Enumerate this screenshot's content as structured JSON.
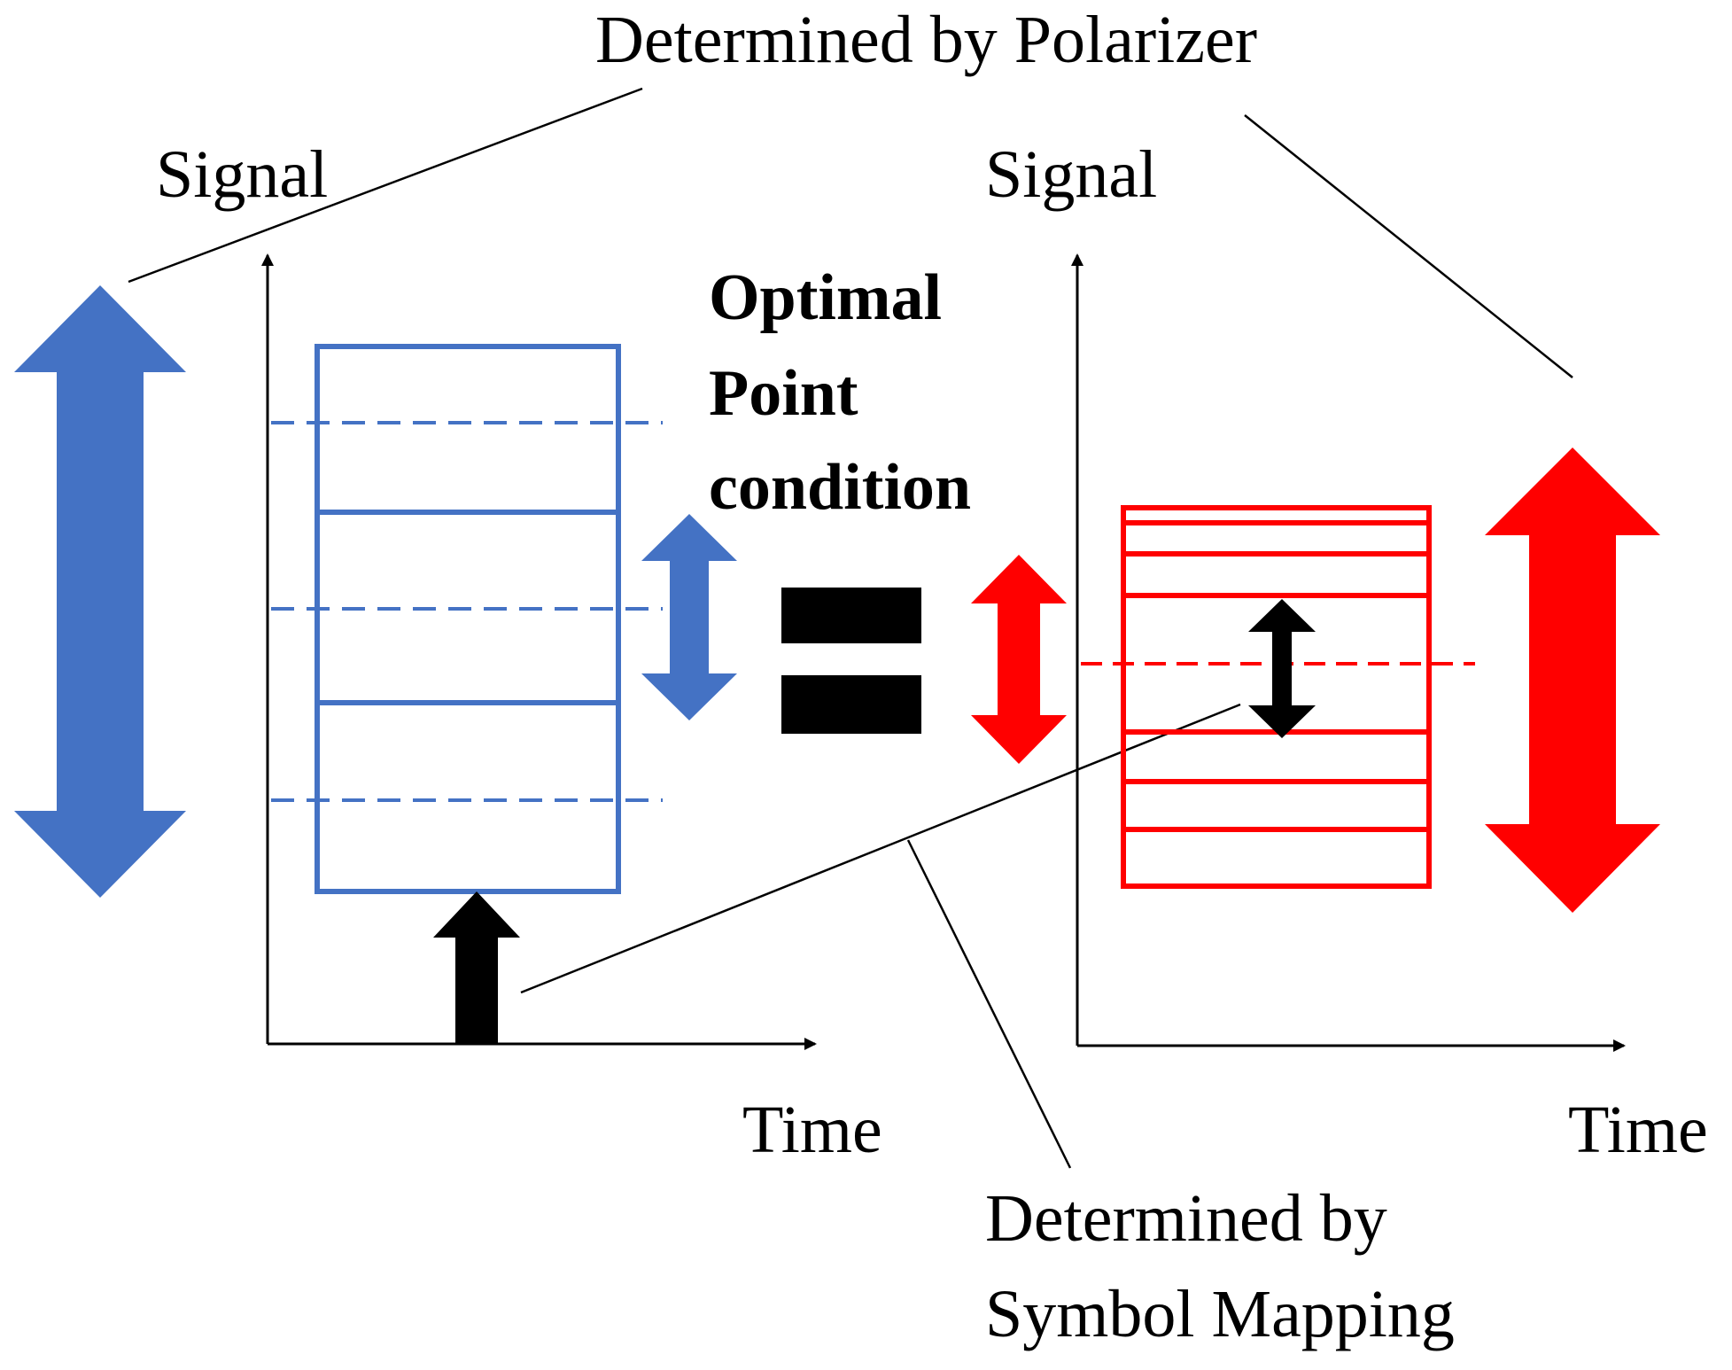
{
  "labels": {
    "top_annotation": "Determined by Polarizer",
    "left_y_axis": "Signal",
    "right_y_axis": "Signal",
    "left_x_axis": "Time",
    "right_x_axis": "Time",
    "center_line1": "Optimal",
    "center_line2": "Point",
    "center_line3": "condition",
    "bottom_annotation_line1": "Determined by",
    "bottom_annotation_line2": "Symbol Mapping"
  },
  "colors": {
    "blue": "#4472C4",
    "red": "#FF0000",
    "black": "#000000",
    "background": "#FFFFFF"
  }
}
